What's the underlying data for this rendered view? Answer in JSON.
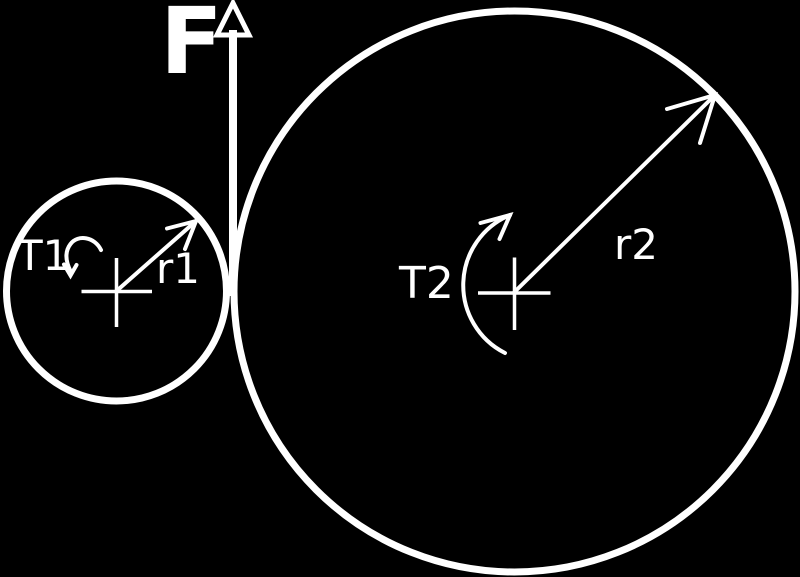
{
  "diagram": {
    "description": "Two tangent circles (small and large pulley/gear) with center crosses, an upward tangential force arrow at the contact point, radius arrows, and curved torque arrows",
    "background_color": "#000000",
    "line_color": "#ffffff",
    "labels": {
      "force": "F",
      "torque_1": "T1",
      "radius_1": "r1",
      "torque_2": "T2",
      "radius_2": "r2"
    },
    "elements": {
      "force_arrow_direction": "up",
      "torque_1_arrow_direction": "counterclockwise",
      "torque_2_arrow_direction": "clockwise",
      "radius_1_arrow_direction": "up-right from small circle center",
      "radius_2_arrow_direction": "up-right from large circle center"
    }
  }
}
